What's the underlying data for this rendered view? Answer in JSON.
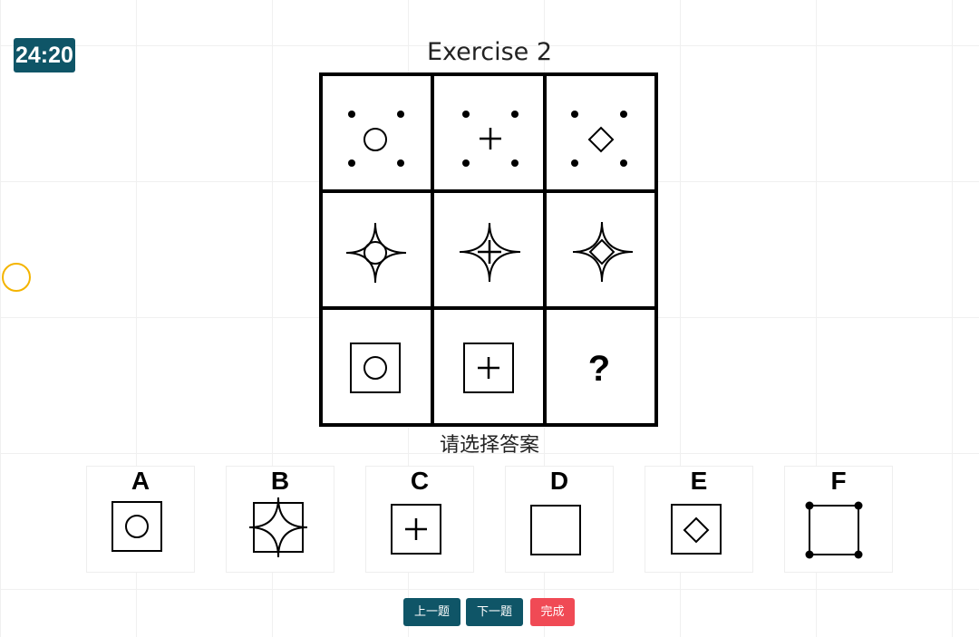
{
  "timer": {
    "text": "24:20"
  },
  "title": "Exercise 2",
  "matrix": {
    "rows": [
      [
        {
          "shape": "dots-circle"
        },
        {
          "shape": "dots-plus"
        },
        {
          "shape": "dots-diamond"
        }
      ],
      [
        {
          "shape": "star-circle"
        },
        {
          "shape": "star-plus"
        },
        {
          "shape": "star-diamond"
        }
      ],
      [
        {
          "shape": "square-circle"
        },
        {
          "shape": "square-plus"
        },
        {
          "shape": "question",
          "text": "?"
        }
      ]
    ]
  },
  "prompt": "请选择答案",
  "options": [
    {
      "letter": "A",
      "shape": "square-circle"
    },
    {
      "letter": "B",
      "shape": "square-star"
    },
    {
      "letter": "C",
      "shape": "square-plus"
    },
    {
      "letter": "D",
      "shape": "square-empty"
    },
    {
      "letter": "E",
      "shape": "square-diamond"
    },
    {
      "letter": "F",
      "shape": "square-dots"
    }
  ],
  "buttons": {
    "prev": "上一题",
    "next": "下一题",
    "done": "完成"
  },
  "colors": {
    "timer_bg": "#0f5567",
    "nav_button": "#0f5567",
    "done_button": "#f04a55",
    "side_circle": "#f4b400"
  }
}
